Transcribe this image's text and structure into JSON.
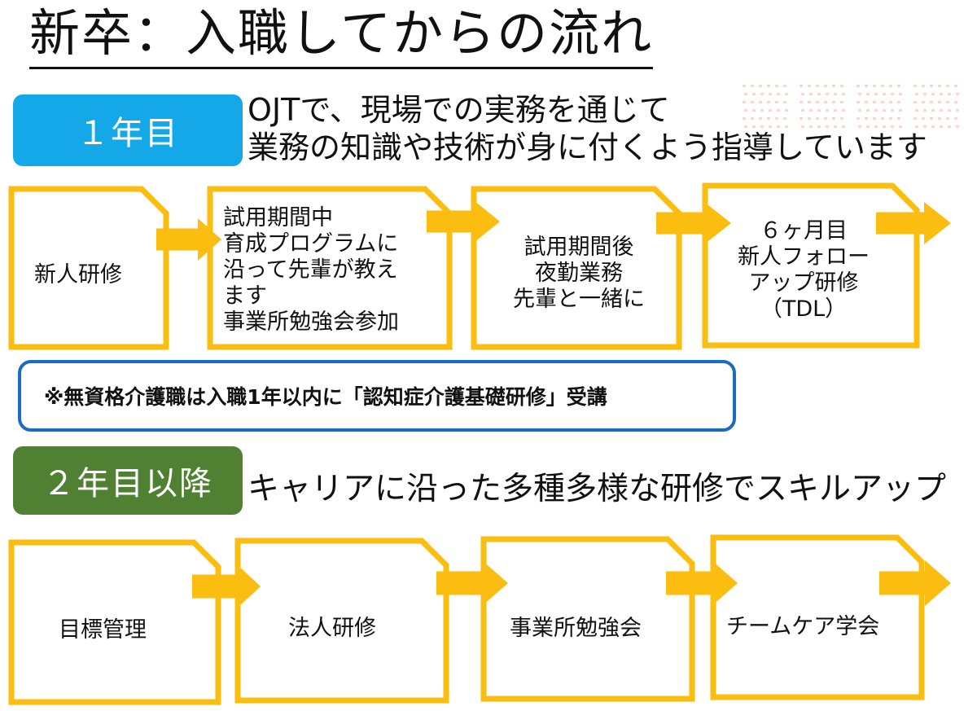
{
  "title": "新卒：入職してからの流れ",
  "colors": {
    "card_border": "#fbbd10",
    "arrow": "#fbbd10",
    "badge_year1": "#14a8e8",
    "badge_year2": "#508032",
    "note_border": "#1a6dbd",
    "dot": "#f6d9cc"
  },
  "year1": {
    "badge": "１年目",
    "description_lines": [
      "OJTで、現場での実務を通じて",
      "業務の知識や技術が身に付くよう指導しています"
    ],
    "steps": [
      {
        "lines": [
          "新人研修"
        ]
      },
      {
        "lines": [
          "試用期間中",
          "育成プログラムに",
          "沿って先輩が教え",
          "ます",
          "事業所勉強会参加"
        ]
      },
      {
        "lines": [
          "試用期間後",
          "夜勤業務",
          "先輩と一緒に"
        ]
      },
      {
        "lines": [
          "６ヶ月目",
          "新人フォロー",
          "アップ研修",
          "（TDL）"
        ]
      }
    ]
  },
  "note": "※無資格介護職は入職1年以内に「認知症介護基礎研修」受講",
  "year2": {
    "badge": "２年目以降",
    "description": "キャリアに沿った多種多様な研修でスキルアップ",
    "steps": [
      {
        "lines": [
          "目標管理"
        ]
      },
      {
        "lines": [
          "法人研修"
        ]
      },
      {
        "lines": [
          "事業所勉強会"
        ]
      },
      {
        "lines": [
          "チームケア学会"
        ]
      }
    ]
  }
}
